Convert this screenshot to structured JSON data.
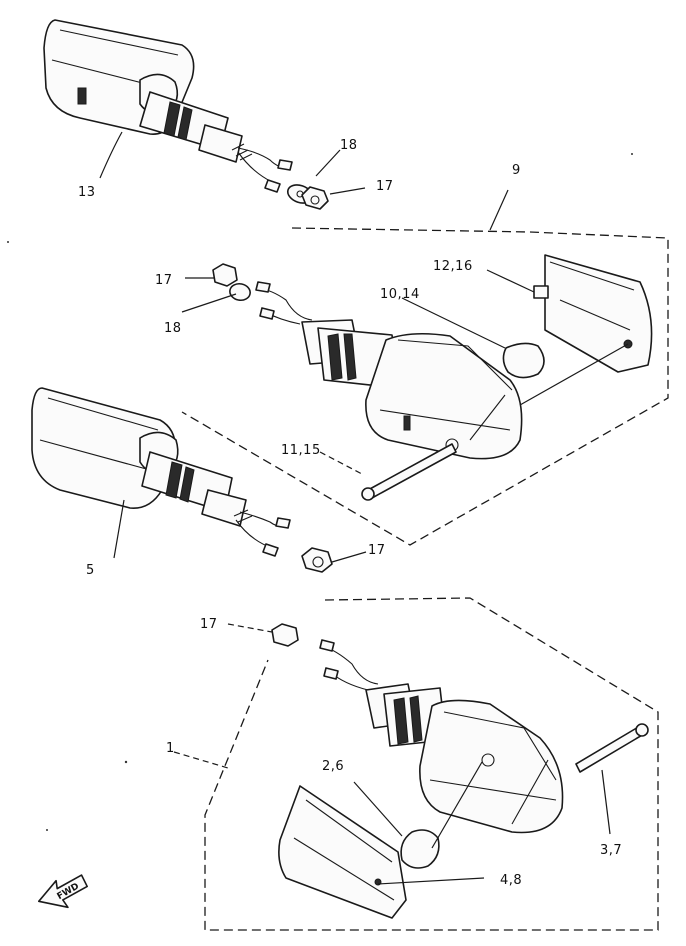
{
  "diagram": {
    "callouts": {
      "c13": "13",
      "c18a": "18",
      "c17a": "17",
      "c9": "9",
      "c17b": "17",
      "c18b": "18",
      "c12_16": "12,16",
      "c10_14": "10,14",
      "c11_15": "11,15",
      "c5": "5",
      "c17c": "17",
      "c17d": "17",
      "c1": "1",
      "c2_6": "2,6",
      "c3_7": "3,7",
      "c4_8": "4,8"
    },
    "fwd_mark": "FWD"
  }
}
